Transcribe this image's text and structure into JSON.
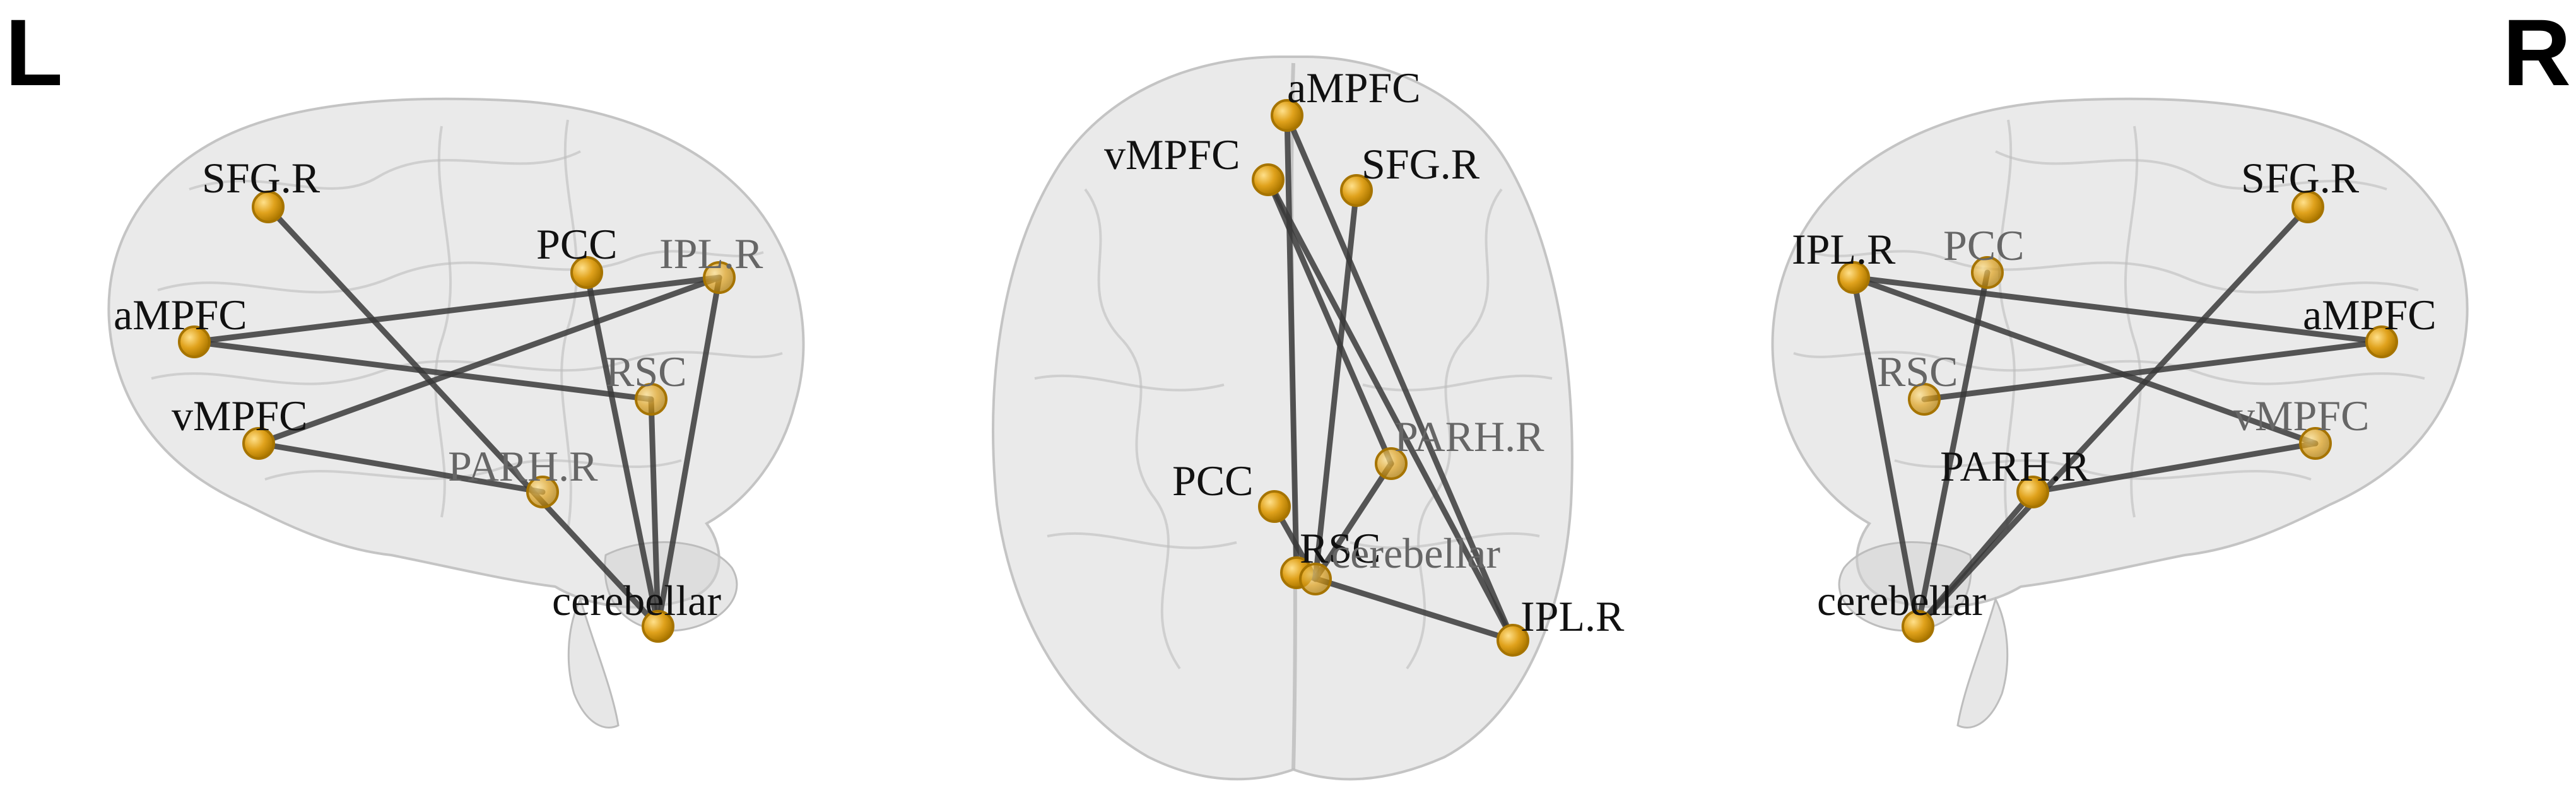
{
  "side_labels": {
    "left": "L",
    "right": "R"
  },
  "colors": {
    "node": "#e0a21c",
    "edge": "#3a3a3a",
    "brain": "#d9d9d9"
  },
  "views": {
    "left_sagittal": {
      "nodes": [
        {
          "id": "SFG.R",
          "label": "SFG.R"
        },
        {
          "id": "PCC",
          "label": "PCC"
        },
        {
          "id": "IPL.R",
          "label": "IPL.R"
        },
        {
          "id": "aMPFC",
          "label": "aMPFC"
        },
        {
          "id": "RSC",
          "label": "RSC"
        },
        {
          "id": "vMPFC",
          "label": "vMPFC"
        },
        {
          "id": "PARH.R",
          "label": "PARH.R"
        },
        {
          "id": "cerebellar",
          "label": "cerebellar"
        }
      ],
      "edges": [
        [
          "SFG.R",
          "cerebellar"
        ],
        [
          "aMPFC",
          "IPL.R"
        ],
        [
          "aMPFC",
          "RSC"
        ],
        [
          "vMPFC",
          "IPL.R"
        ],
        [
          "vMPFC",
          "PARH.R"
        ],
        [
          "PCC",
          "cerebellar"
        ],
        [
          "RSC",
          "cerebellar"
        ],
        [
          "IPL.R",
          "cerebellar"
        ]
      ]
    },
    "axial": {
      "nodes": [
        {
          "id": "aMPFC",
          "label": "aMPFC"
        },
        {
          "id": "vMPFC",
          "label": "vMPFC"
        },
        {
          "id": "SFG.R",
          "label": "SFG.R"
        },
        {
          "id": "PARH.R",
          "label": "PARH.R"
        },
        {
          "id": "PCC",
          "label": "PCC"
        },
        {
          "id": "RSC",
          "label": "RSC"
        },
        {
          "id": "cerebellar",
          "label": "cerebellar"
        },
        {
          "id": "IPL.R",
          "label": "IPL.R"
        }
      ],
      "edges": [
        [
          "aMPFC",
          "IPL.R"
        ],
        [
          "aMPFC",
          "RSC"
        ],
        [
          "vMPFC",
          "IPL.R"
        ],
        [
          "vMPFC",
          "PARH.R"
        ],
        [
          "SFG.R",
          "cerebellar"
        ],
        [
          "PCC",
          "cerebellar"
        ],
        [
          "RSC",
          "IPL.R"
        ],
        [
          "PARH.R",
          "cerebellar"
        ]
      ]
    },
    "right_sagittal": {
      "nodes": [
        {
          "id": "IPL.R",
          "label": "IPL.R"
        },
        {
          "id": "PCC",
          "label": "PCC"
        },
        {
          "id": "SFG.R",
          "label": "SFG.R"
        },
        {
          "id": "aMPFC",
          "label": "aMPFC"
        },
        {
          "id": "RSC",
          "label": "RSC"
        },
        {
          "id": "vMPFC",
          "label": "vMPFC"
        },
        {
          "id": "PARH.R",
          "label": "PARH.R"
        },
        {
          "id": "cerebellar",
          "label": "cerebellar"
        }
      ],
      "edges": [
        [
          "IPL.R",
          "aMPFC"
        ],
        [
          "IPL.R",
          "vMPFC"
        ],
        [
          "IPL.R",
          "cerebellar"
        ],
        [
          "RSC",
          "aMPFC"
        ],
        [
          "SFG.R",
          "cerebellar"
        ],
        [
          "PCC",
          "cerebellar"
        ],
        [
          "PARH.R",
          "vMPFC"
        ],
        [
          "PARH.R",
          "cerebellar"
        ]
      ]
    }
  }
}
